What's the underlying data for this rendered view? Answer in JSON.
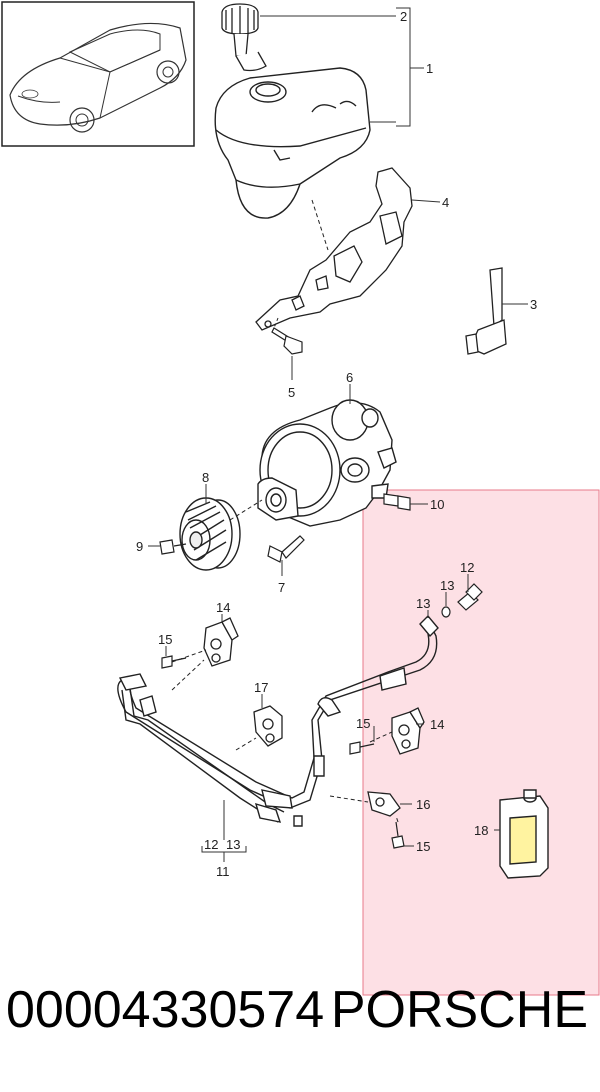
{
  "diagram": {
    "highlight_color": "#fde0e5",
    "highlight_border": "#e87a8a",
    "line_color": "#222222",
    "callouts": {
      "c1": "1",
      "c2": "2",
      "c3": "3",
      "c4": "4",
      "c5": "5",
      "c6": "6",
      "c7": "7",
      "c8": "8",
      "c9": "9",
      "c10": "10",
      "c11": "11",
      "c12a": "12",
      "c12b": "12",
      "c13a": "13",
      "c13b": "13",
      "c13c": "13",
      "c14a": "14",
      "c14b": "14",
      "c15a": "15",
      "c15b": "15",
      "c15c": "15",
      "c16": "16",
      "c17": "17",
      "c18": "18"
    }
  },
  "footer": {
    "part_number": "00004330574",
    "brand": "PORSCHE"
  }
}
